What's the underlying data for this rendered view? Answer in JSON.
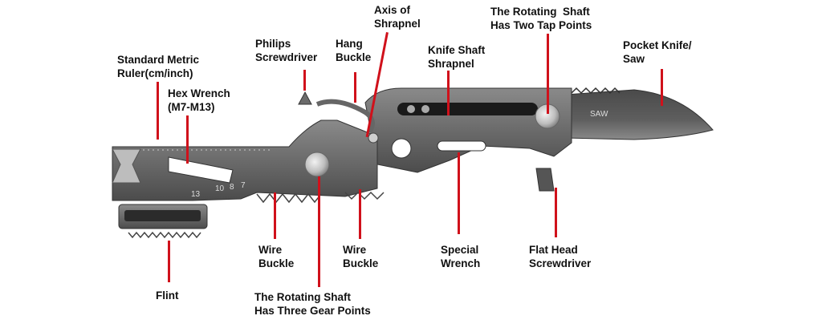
{
  "labels": {
    "ruler": [
      "Standard Metric",
      "Ruler(cm/inch)"
    ],
    "hex": [
      "Hex Wrench",
      "(M7-M13)"
    ],
    "philips": [
      "Philips",
      "Screwdriver"
    ],
    "hang": [
      "Hang",
      "Buckle"
    ],
    "axis": [
      "Axis of",
      "Shrapnel"
    ],
    "knife_shaft": [
      "Knife Shaft",
      "Shrapnel"
    ],
    "rot_two": [
      "The Rotating  Shaft",
      "Has Two Tap Points"
    ],
    "pocket": [
      "Pocket Knife/",
      "Saw"
    ],
    "flint": [
      "Flint"
    ],
    "wire1": [
      "Wire",
      "Buckle"
    ],
    "rot_three": [
      "The Rotating Shaft",
      "Has Three Gear Points"
    ],
    "wire2": [
      "Wire",
      "Buckle"
    ],
    "special": [
      "Special",
      "Wrench"
    ],
    "flat": [
      "Flat Head",
      "Screwdriver"
    ]
  },
  "tool_markings": {
    "blade": "SAW",
    "sizes": [
      "13",
      "10",
      "8",
      "7"
    ]
  },
  "colors": {
    "leader": "#d0111b",
    "steel": "#6b6b6b",
    "steel_dark": "#4a4a4a",
    "blade": "#5a5a5a"
  }
}
